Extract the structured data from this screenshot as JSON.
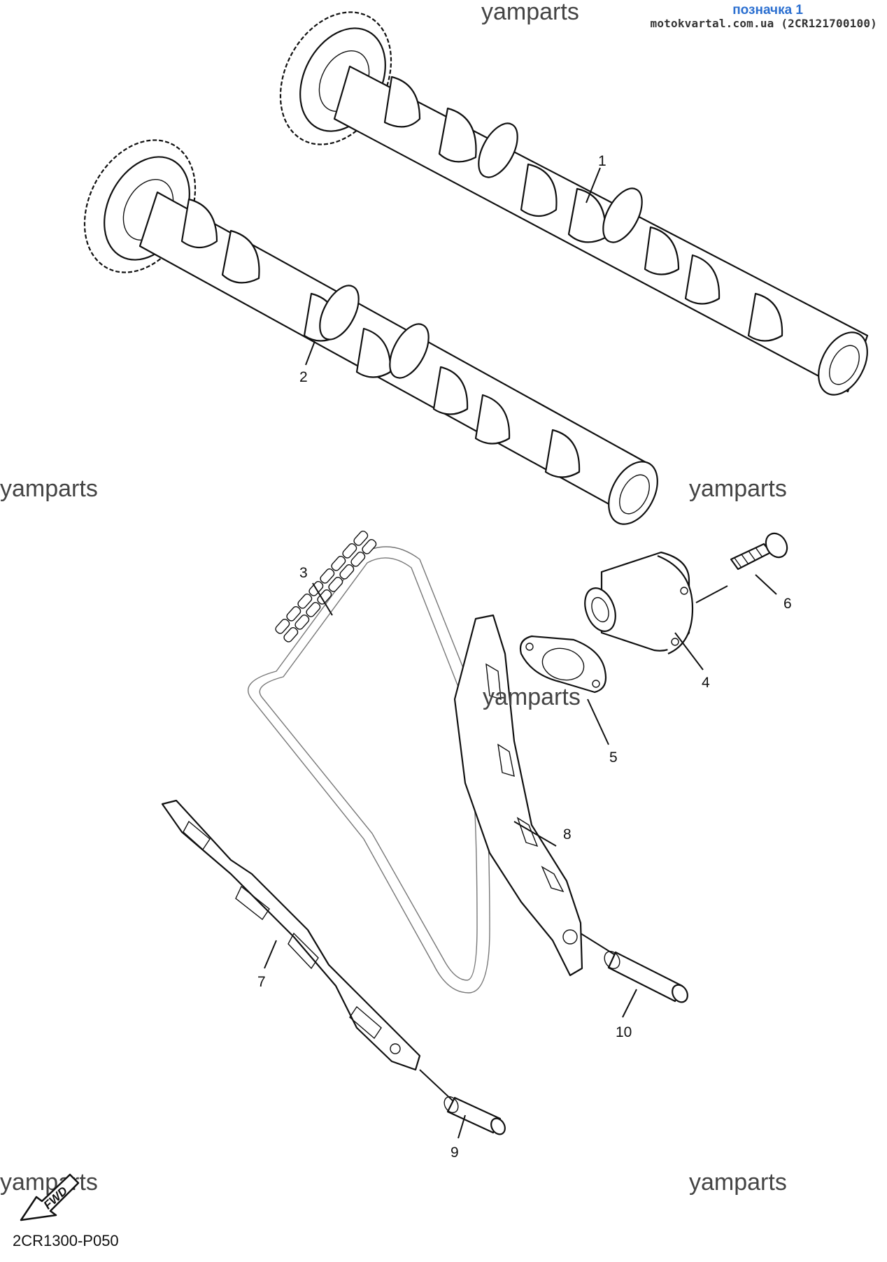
{
  "header": {
    "diagram_mark": "позначка 1",
    "source": "motokvartal.com.ua (2CR121700100)"
  },
  "watermarks": {
    "top_center": "yamparts",
    "mid_left": "yamparts",
    "mid_right": "yamparts",
    "center": "yamparts",
    "bottom_left": "yamparts",
    "bottom_right": "yamparts"
  },
  "callouts": {
    "c1": "1",
    "c2": "2",
    "c3": "3",
    "c4": "4",
    "c5": "5",
    "c6": "6",
    "c7": "7",
    "c8": "8",
    "c9": "9",
    "c10": "10"
  },
  "fwd_label": "FWD",
  "diagram_code": "2CR1300-P050",
  "parts": [
    {
      "ref": "1",
      "icon": "camshaft-icon"
    },
    {
      "ref": "2",
      "icon": "camshaft-icon"
    },
    {
      "ref": "3",
      "icon": "timing-chain-icon"
    },
    {
      "ref": "4",
      "icon": "chain-tensioner-icon"
    },
    {
      "ref": "5",
      "icon": "gasket-icon"
    },
    {
      "ref": "6",
      "icon": "bolt-icon"
    },
    {
      "ref": "7",
      "icon": "chain-guide-icon"
    },
    {
      "ref": "8",
      "icon": "tensioner-guide-icon"
    },
    {
      "ref": "9",
      "icon": "pin-icon"
    },
    {
      "ref": "10",
      "icon": "pin-icon"
    }
  ]
}
